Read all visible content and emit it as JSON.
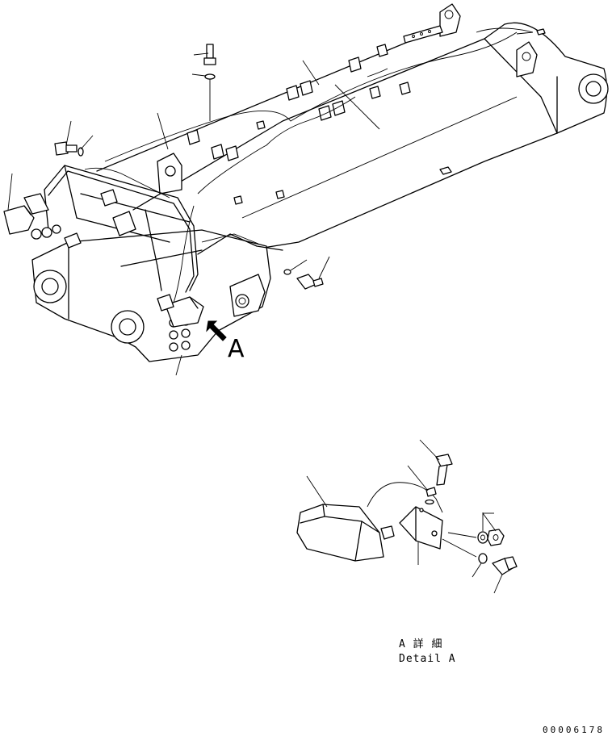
{
  "view_marker": "A",
  "detail_caption_jp": "A 詳 細",
  "detail_caption_en": "Detail A",
  "drawing_number": "00006178"
}
